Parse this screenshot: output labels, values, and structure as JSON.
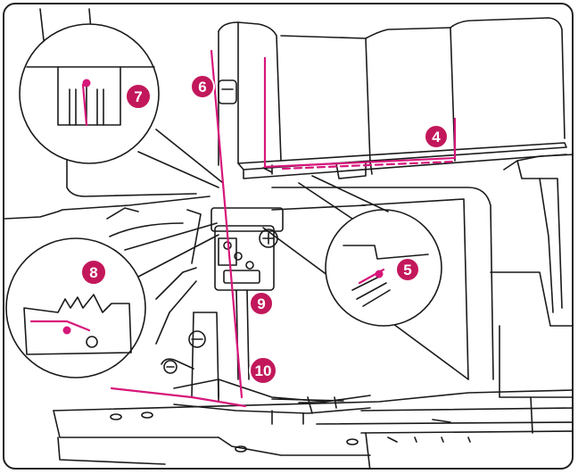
{
  "callouts": [
    {
      "id": "4",
      "label": "4"
    },
    {
      "id": "5",
      "label": "5"
    },
    {
      "id": "6",
      "label": "6"
    },
    {
      "id": "7",
      "label": "7"
    },
    {
      "id": "8",
      "label": "8"
    },
    {
      "id": "9",
      "label": "9"
    },
    {
      "id": "10",
      "label": "10"
    }
  ],
  "colors": {
    "thread": "#d6177a",
    "badge_fill": "#c2185b",
    "badge_stroke": "#ffffff",
    "line": "#1a1a1a",
    "background": "#ffffff"
  },
  "icons": {
    "machine": "serger-threading-path",
    "zoom_7": "thread-guide-magnifier",
    "zoom_8": "thread-hook-magnifier",
    "zoom_5": "looper-guide-magnifier"
  }
}
